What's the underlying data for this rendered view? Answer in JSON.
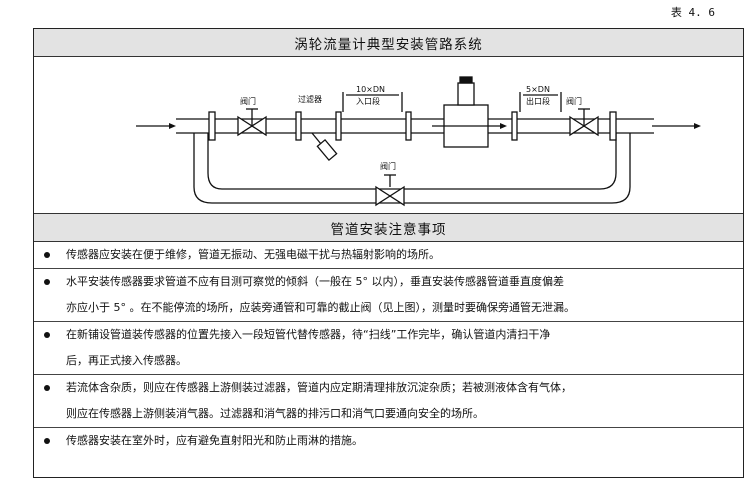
{
  "table_number": "表 4. 6",
  "title": "涡轮流量计典型安装管路系统",
  "diagram": {
    "valve_label_left": "阀门",
    "filter_label": "过滤器",
    "inlet_dim": "10×DN",
    "inlet_label": "入口段",
    "outlet_dim": "5×DN",
    "outlet_label": "出口段",
    "valve_label_right": "阀门",
    "valve_label_bypass": "阀门"
  },
  "notes_title": "管道安装注意事项",
  "notes": [
    {
      "lines": [
        "传感器应安装在便于维修，管道无振动、无强电磁干扰与热辐射影响的场所。"
      ]
    },
    {
      "lines": [
        "水平安装传感器要求管道不应有目测可察觉的倾斜（一般在 5° 以内），垂直安装传感器管道垂直度偏差",
        "亦应小于 5° 。在不能停流的场所，应装旁通管和可靠的截止阀（见上图），测量时要确保旁通管无泄漏。"
      ]
    },
    {
      "lines": [
        "在新铺设管道装传感器的位置先接入一段短管代替传感器，待“扫线”工作完毕，确认管道内清扫干净",
        "后，再正式接入传感器。"
      ]
    },
    {
      "lines": [
        "若流体含杂质，则应在传感器上游侧装过滤器，管道内应定期清理排放沉淀杂质；若被测液体含有气体，",
        "则应在传感器上游侧装消气器。过滤器和消气器的排污口和消气口要通向安全的场所。"
      ]
    },
    {
      "lines": [
        "传感器安装在室外时，应有避免直射阳光和防止雨淋的措施。"
      ]
    }
  ]
}
